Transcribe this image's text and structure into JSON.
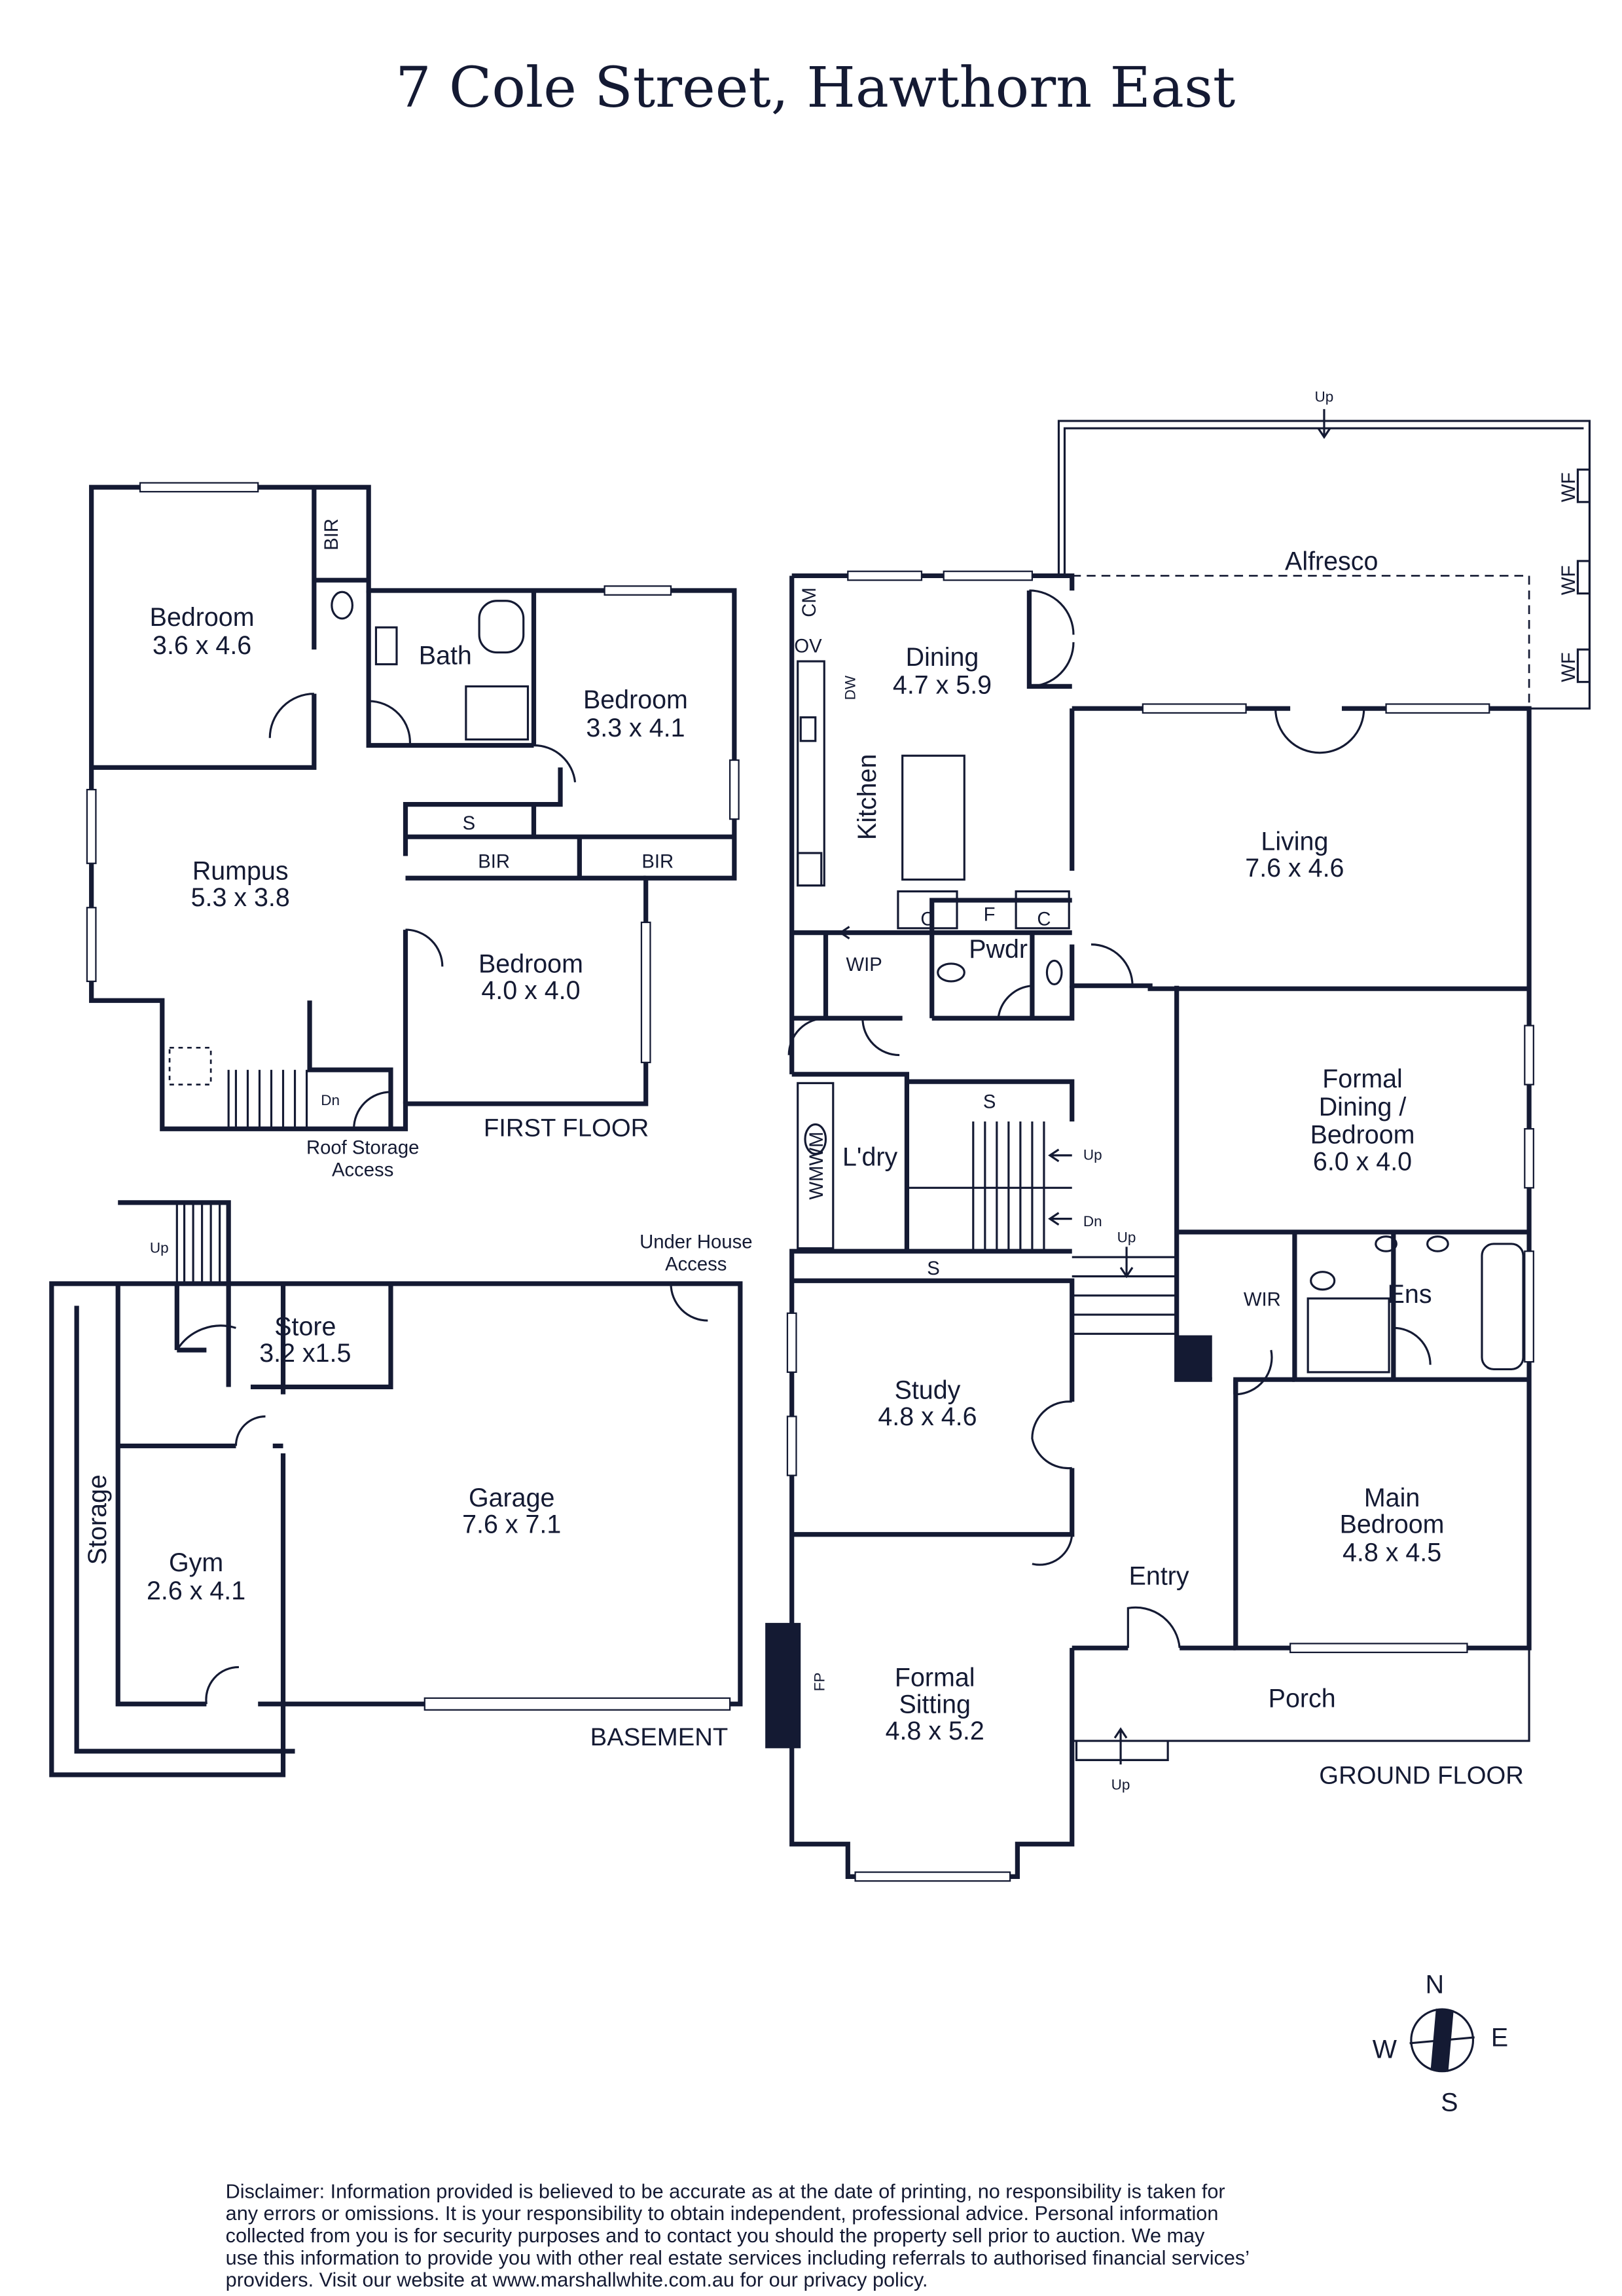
{
  "title": "7 Cole Street, Hawthorn East",
  "first_floor": {
    "label": "FIRST FLOOR",
    "bedroom1": {
      "name": "Bedroom",
      "size": "3.6 x 4.6"
    },
    "bir1": "BIR",
    "bath": "Bath",
    "bedroom2": {
      "name": "Bedroom",
      "size": "3.3 x 4.1"
    },
    "s": "S",
    "bir2": "BIR",
    "bir3": "BIR",
    "rumpus": {
      "name": "Rumpus",
      "size": "5.3 x 3.8"
    },
    "bedroom3": {
      "name": "Bedroom",
      "size": "4.0 x 4.0"
    },
    "dn": "Dn",
    "roof_access": [
      "Roof Storage",
      "Access"
    ]
  },
  "basement": {
    "label": "BASEMENT",
    "up": "Up",
    "under_house": [
      "Under House",
      "Access"
    ],
    "store": {
      "name": "Store",
      "size": "3.2 x1.5"
    },
    "garage": {
      "name": "Garage",
      "size": "7.6 x 7.1"
    },
    "storage": "Storage",
    "gym": {
      "name": "Gym",
      "size": "2.6 x 4.1"
    }
  },
  "ground_floor": {
    "label": "GROUND FLOOR",
    "up_alfresco": "Up",
    "wf": [
      "WF",
      "WF",
      "WF"
    ],
    "alfresco": "Alfresco",
    "cm": "CM",
    "ov": "OV",
    "dw": "DW",
    "dining": {
      "name": "Dining",
      "size": "4.7 x 5.9"
    },
    "kitchen": "Kitchen",
    "living": {
      "name": "Living",
      "size": "7.6 x 4.6"
    },
    "c1": "C",
    "f": "F",
    "c2": "C",
    "wip": "WIP",
    "pwdr": "Pwdr",
    "formal_dining": [
      "Formal",
      "Dining /",
      "Bedroom",
      "6.0 x 4.0"
    ],
    "s1": "S",
    "stair_up": "Up",
    "stair_dn": "Dn",
    "steps_up": "Up",
    "ldry": "L'dry",
    "wmwm": "WMWM",
    "s2": "S",
    "wir": "WIR",
    "ens": "Ens",
    "study": {
      "name": "Study",
      "size": "4.8 x 4.6"
    },
    "main_bedroom": [
      "Main",
      "Bedroom",
      "4.8 x 4.5"
    ],
    "entry": "Entry",
    "formal_sitting": [
      "Formal",
      "Sitting",
      "4.8 x 5.2"
    ],
    "fp": "FP",
    "porch": "Porch",
    "porch_up": "Up"
  },
  "compass": {
    "n": "N",
    "e": "E",
    "s": "S",
    "w": "W"
  },
  "disclaimer": [
    "Disclaimer: Information provided is believed to be accurate as at the date of printing, no responsibility is taken for",
    "any errors or omissions. It is your responsibility to obtain independent, professional advice. Personal information",
    "collected from you is for security purposes and to contact you should the property sell prior to auction. We may",
    "use this information to provide you with other real estate services including referrals to authorised financial services’",
    "providers. Visit our website at www.marshallwhite.com.au for our privacy policy."
  ]
}
